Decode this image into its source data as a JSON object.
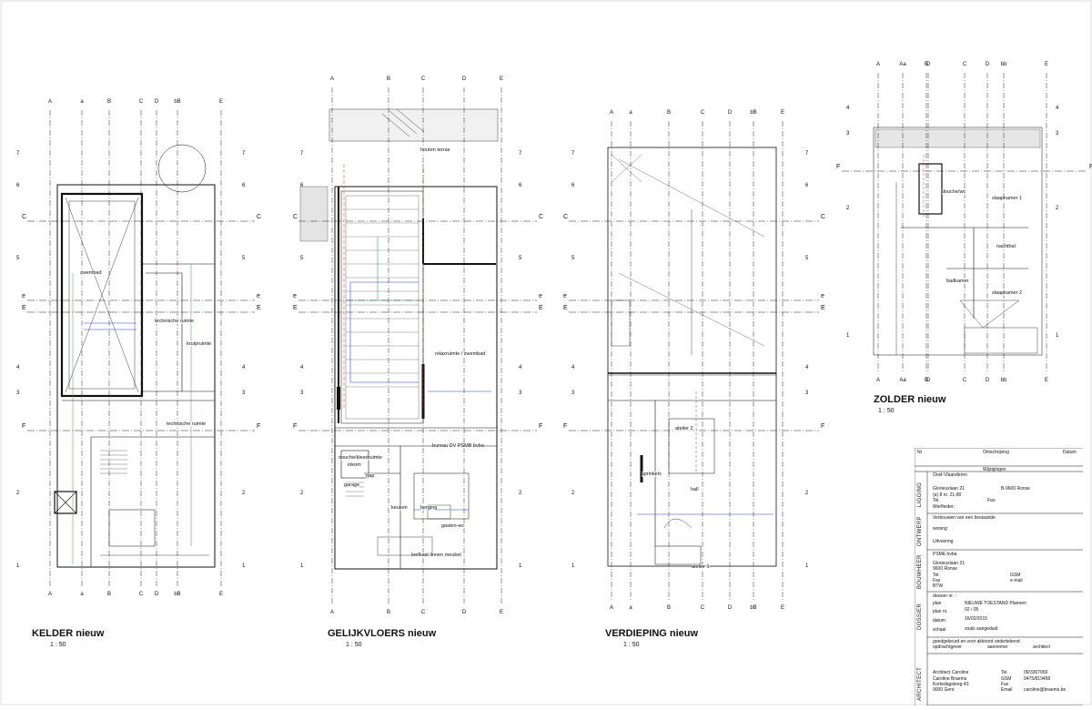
{
  "plans": [
    {
      "id": "kelder",
      "title": "KELDER nieuw",
      "scale": "1 : 50",
      "rooms": [
        "zwembad",
        "technische ruimte",
        "kruipruimte",
        "technische ruimte"
      ],
      "axes_top": [
        "A",
        "a",
        "B",
        "C",
        "D",
        "bB",
        "E"
      ],
      "rows": [
        "7",
        "6",
        "5",
        "4",
        "3",
        "2",
        "1"
      ],
      "gridlines": [
        "C",
        "e",
        "E",
        "F"
      ]
    },
    {
      "id": "gelijkvloers",
      "title": "GELIJKVLOERS nieuw",
      "scale": "1 : 50",
      "rooms": [
        "houten terras",
        "relaxruimte / zwembad",
        "bureau DV PSMB bvba",
        "douche/kleedruimte",
        "trap",
        "berging",
        "gasten-wc",
        "keuken",
        "leefkast linnen meubel",
        "inkom",
        "garage"
      ],
      "axes_top": [
        "A",
        "B",
        "C",
        "D",
        "E"
      ],
      "rows": [
        "7",
        "6",
        "5",
        "4",
        "3",
        "2",
        "1"
      ],
      "gridlines": [
        "C",
        "e",
        "E",
        "F"
      ]
    },
    {
      "id": "verdieping",
      "title": "VERDIEPING nieuw",
      "scale": "1 : 50",
      "rooms": [
        "atelier 2",
        "atelier 1",
        "hall",
        "sprinkels"
      ],
      "axes_top": [
        "A",
        "a",
        "B",
        "C",
        "D",
        "bB",
        "E"
      ],
      "rows": [
        "7",
        "6",
        "5",
        "4",
        "3",
        "2",
        "1"
      ],
      "gridlines": [
        "C",
        "e",
        "E",
        "F"
      ]
    },
    {
      "id": "zolder",
      "title": "ZOLDER nieuw",
      "scale": "1 : 50",
      "rooms": [
        "douche/wc",
        "slaapkamer 1",
        "nachthal",
        "badkamer",
        "slaapkamer 2"
      ],
      "axes_top": [
        "A",
        "Aa",
        "B",
        "D",
        "C",
        "D",
        "bb",
        "E"
      ],
      "rows": [
        "4",
        "3",
        "2",
        "1"
      ],
      "gridlines": [
        "F"
      ]
    }
  ],
  "titleblock": {
    "revisions_header": {
      "nr": "Nr",
      "omschrijving": "Omschrijving",
      "datum": "Datum"
    },
    "wijzigingen": "Wijzigingen",
    "ligging_label": "LIGGING",
    "province": "Oost-Vlaanderen",
    "address_line1": "Glorieuxlaan 21",
    "postal": "B-9600 Ronse",
    "kadaster": "(a) 8 nr. 21-80",
    "tel": "Tel.",
    "fax": "Fax:",
    "werfleider": "Werfleider:",
    "ontwerp_label": "ONTWERP",
    "project_line1": "Verbouwen van een bestaande",
    "project_line2": "woning",
    "phase": "Uitvoering",
    "bouwheer_label": "BOUWHEER",
    "owner": "PSME bvba",
    "owner_addr1": "Glorieuxlaan 21",
    "owner_addr2": "9600 Ronse",
    "owner_tel": "Tel.",
    "owner_gsm": "GSM",
    "owner_fax": "Fax",
    "owner_email": "e-mail",
    "owner_btw": "BTW",
    "dossier_label": "DOSSIER",
    "dossier_nr": "dossier nr. :",
    "plan_label": "plan",
    "plan_value": "NIEUWE TOESTAND Plannen",
    "plan_nr_label": "plan nr.",
    "plan_nr": "02 / 05",
    "datum_label": "datum",
    "datum": "16/02/2015",
    "schaal_label": "schaal",
    "schaal": "zoals aangeduid",
    "approval": "goedgekeurd en voor akkoord ondertekend",
    "opdrachtgever": "opdrachtgever",
    "aannemer": "aannemer",
    "architect": "architect",
    "architect_label": "ARCHITECT",
    "arch_name1": "Architect Caroline",
    "arch_name2": "Caroline Braems",
    "arch_street": "Kortedagsteeg 43",
    "arch_city": "9000 Gent",
    "arch_tel_label": "Tel.",
    "arch_tel": "09/3307060",
    "arch_gsm_label": "GSM",
    "arch_gsm": "0475/819458",
    "arch_fax_label": "Fax",
    "arch_email_label": "Email",
    "arch_email": "caroline@braems.be"
  },
  "colors": {
    "line": "#111111",
    "grid": "#222222",
    "red": "#e0282b",
    "blue": "#2540d8",
    "green": "#2fa84a",
    "hatch": "#888888"
  }
}
